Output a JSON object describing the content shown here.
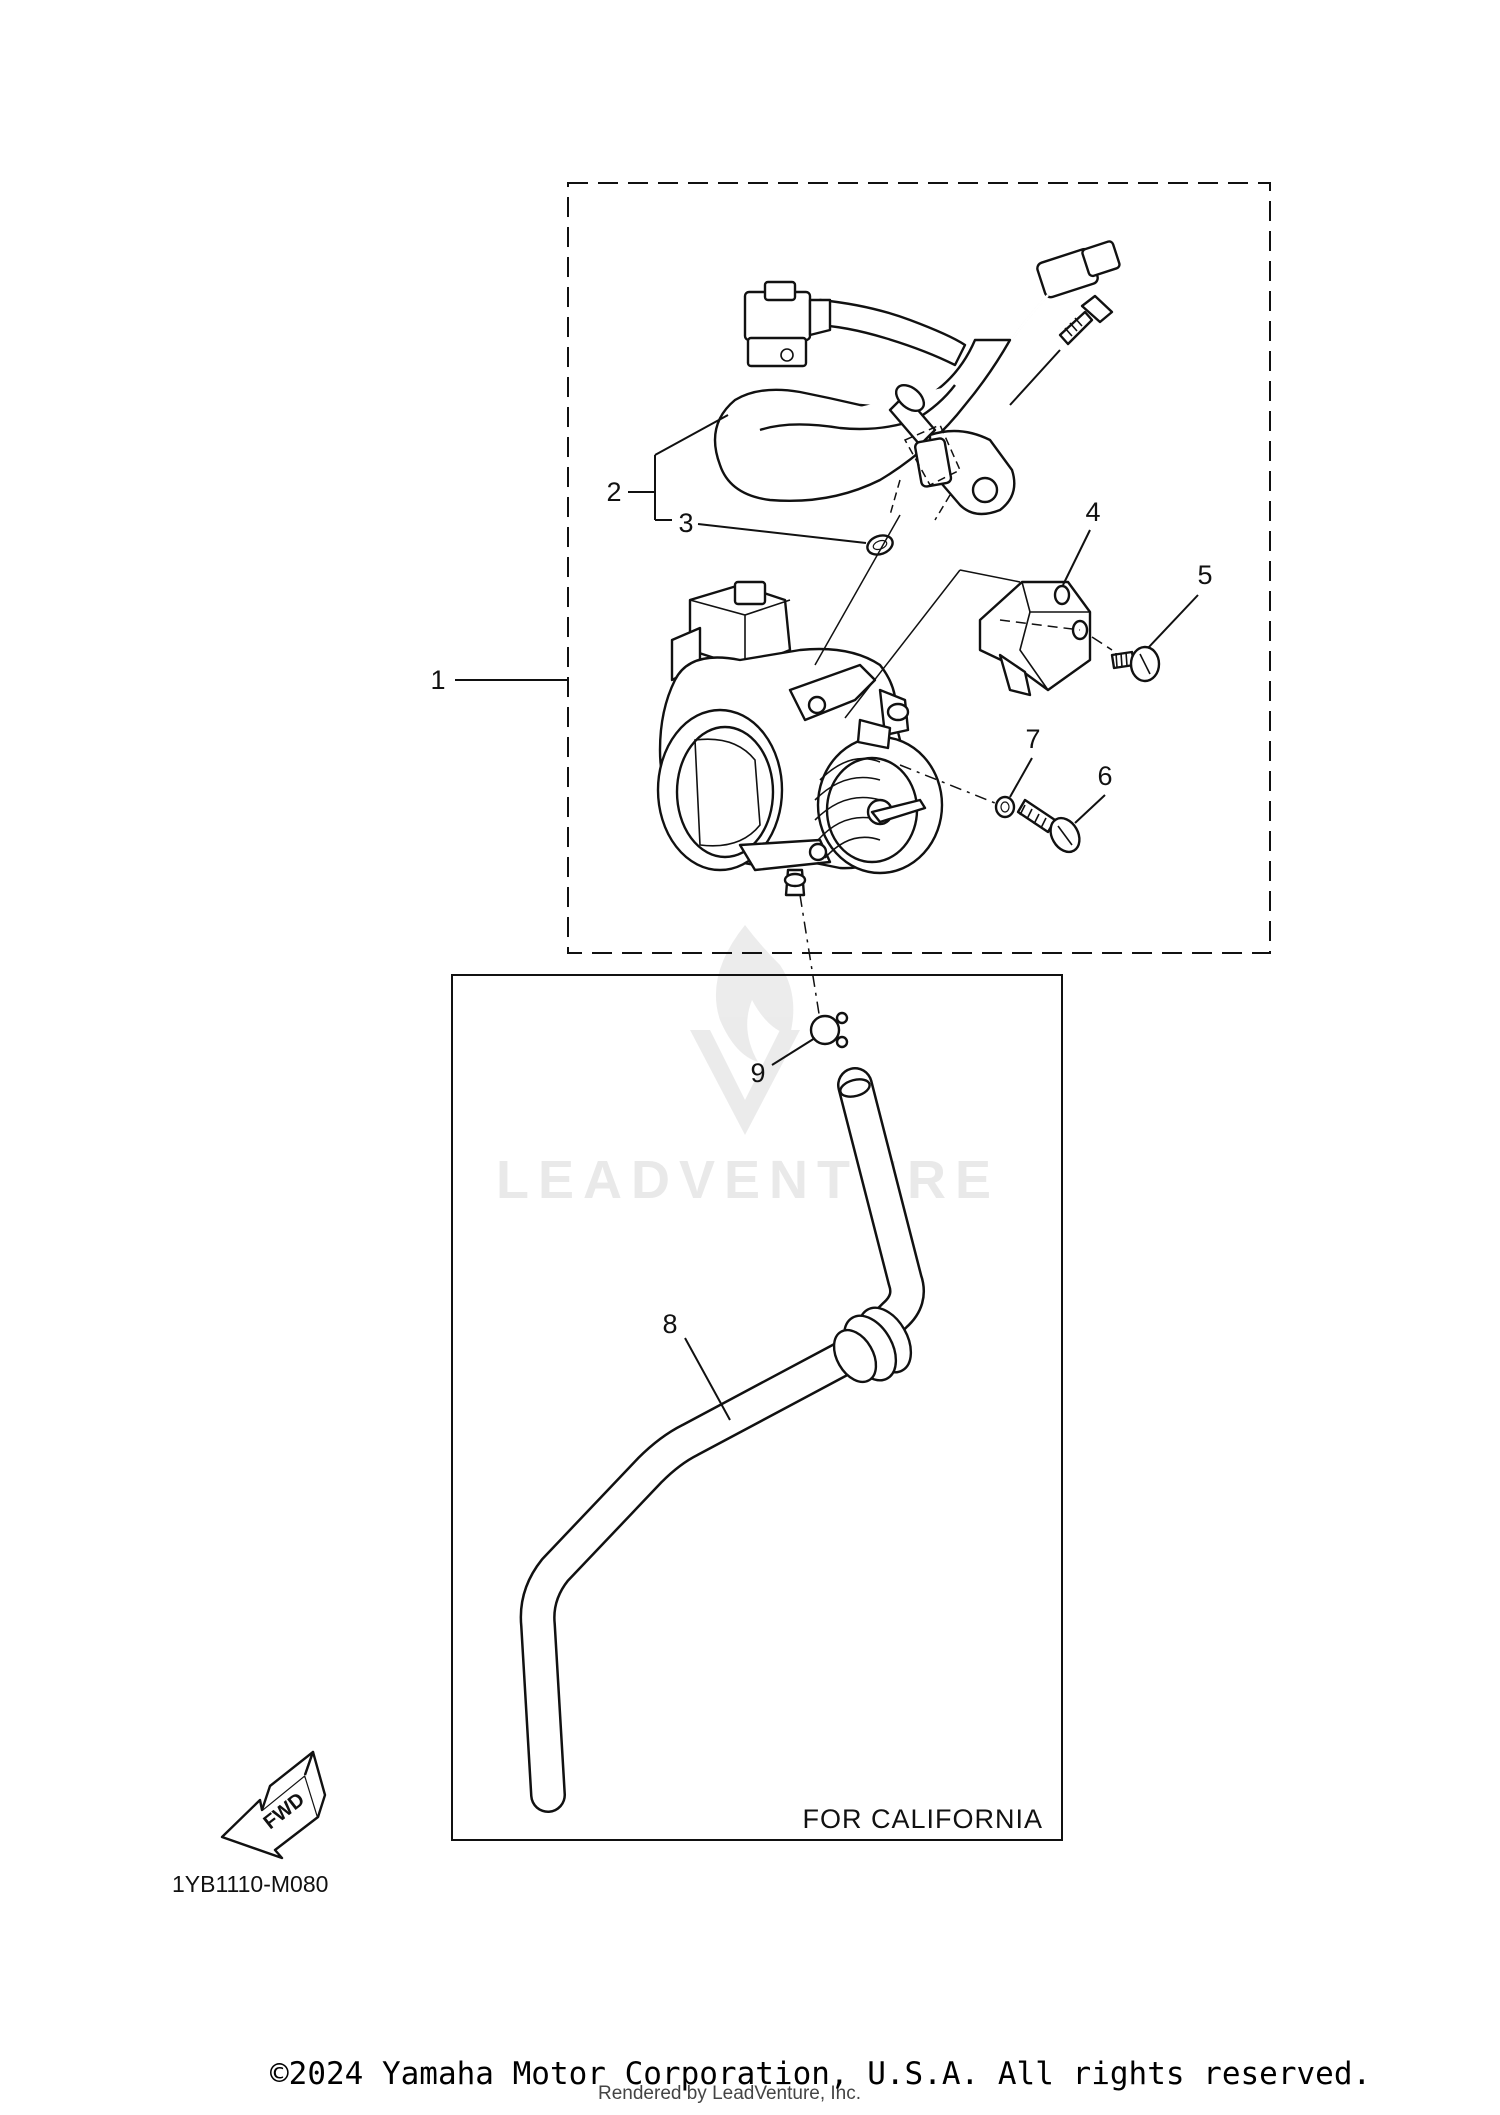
{
  "callouts": {
    "c1": "1",
    "c2": "2",
    "c3": "3",
    "c4": "4",
    "c5": "5",
    "c6": "6",
    "c7": "7",
    "c8": "8",
    "c9": "9"
  },
  "box_label": "FOR CALIFORNIA",
  "diagram_ref": "1YB1110-M080",
  "fwd_label": "FWD",
  "watermark": "LEADVENTURE",
  "copyright": "©2024 Yamaha Motor Corporation, U.S.A. All rights reserved.",
  "rendered_by": "Rendered by LeadVenture, Inc."
}
